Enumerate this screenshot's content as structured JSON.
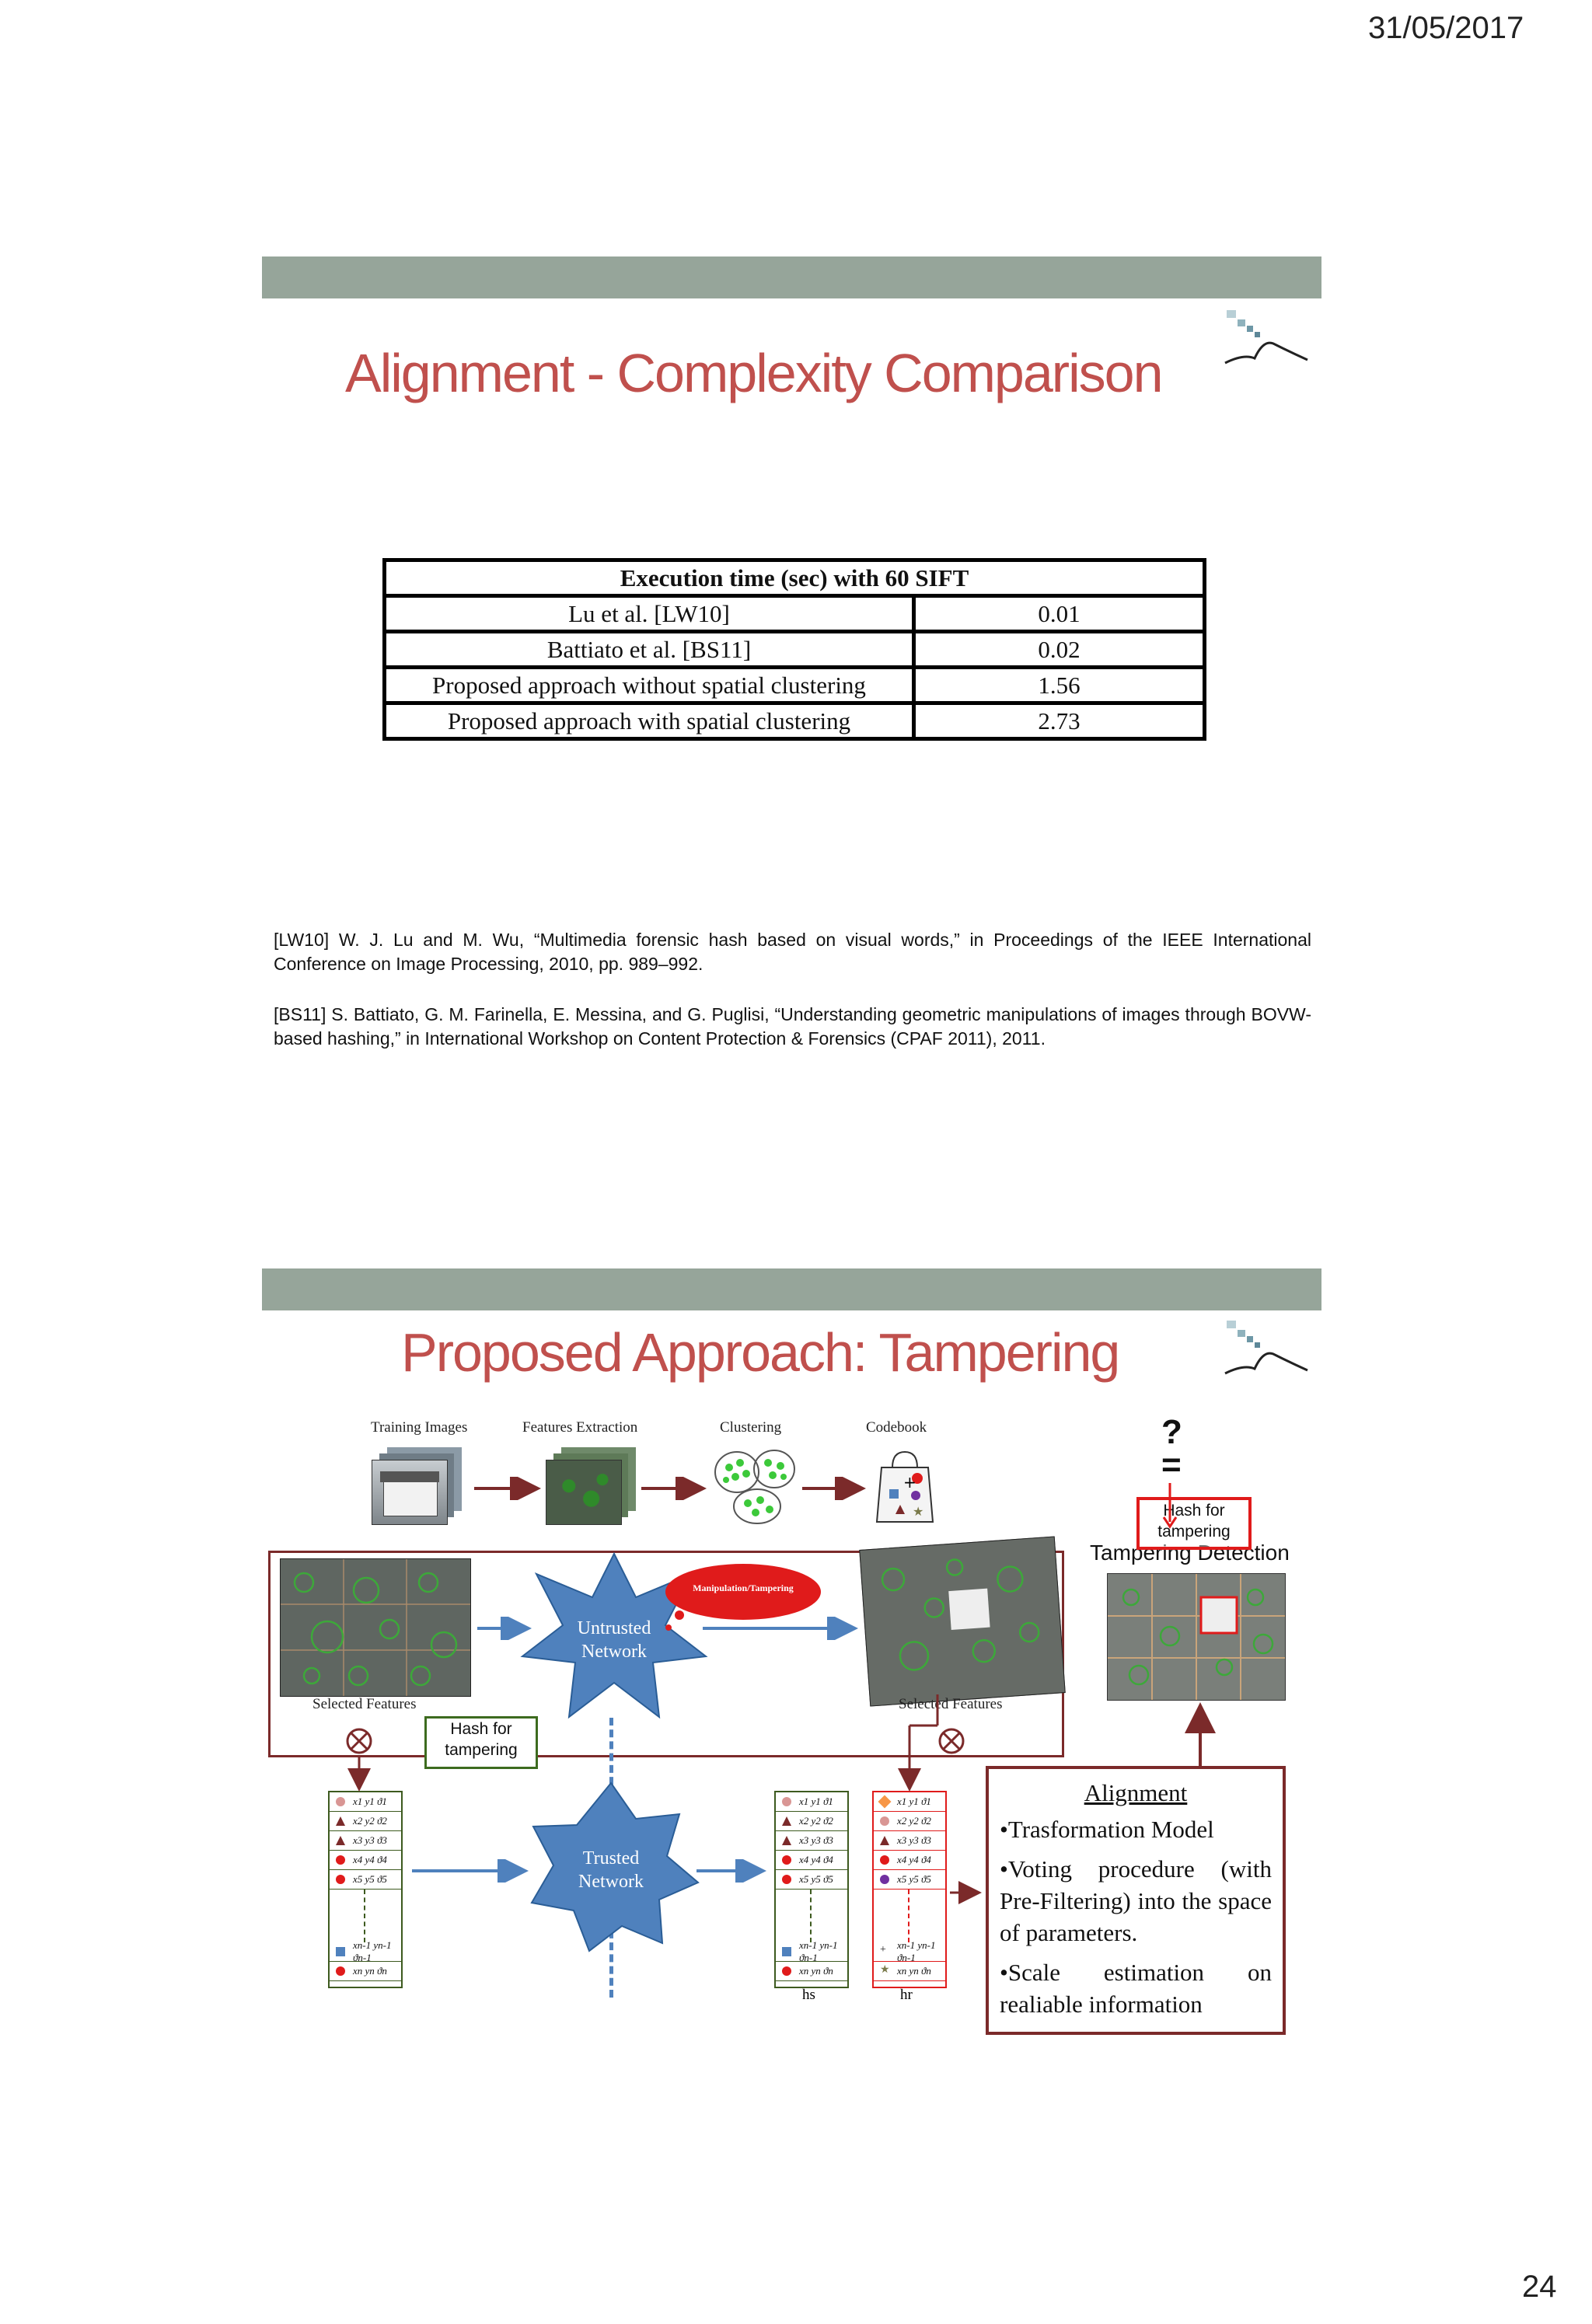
{
  "header": {
    "date": "31/05/2017"
  },
  "footer": {
    "page_number": "24"
  },
  "slide1": {
    "title": "Alignment - Complexity Comparison",
    "table": {
      "header": "Execution time (sec) with 60 SIFT",
      "rows": [
        {
          "method": "Lu et al. [LW10]",
          "time": "0.01"
        },
        {
          "method": "Battiato et al. [BS11]",
          "time": "0.02"
        },
        {
          "method": "Proposed approach without spatial clustering",
          "time": "1.56"
        },
        {
          "method": "Proposed approach with spatial clustering",
          "time": "2.73"
        }
      ]
    },
    "references": [
      "[LW10] W. J. Lu and M. Wu, “Multimedia forensic hash based on visual words,” in Proceedings of the IEEE International Conference on Image Processing, 2010, pp. 989–992.",
      "[BS11] S. Battiato, G. M. Farinella, E. Messina, and G. Puglisi, “Understanding geometric manipulations of images through BOVW-based hashing,” in International Workshop on Content Protection & Forensics (CPAF 2011), 2011."
    ]
  },
  "slide2": {
    "title": "Proposed Approach: Tampering",
    "pipeline": {
      "training_images": "Training Images",
      "features_extraction": "Features Extraction",
      "clustering": "Clustering",
      "codebook": "Codebook"
    },
    "question_mark": "?",
    "equals": "=",
    "hash_for_tampering": "Hash for tampering",
    "tampering_detection": "Tampering Detection",
    "untrusted_network": "Untrusted Network",
    "trusted_network": "Trusted Network",
    "manipulation": "Manipulation/Tampering",
    "selected_features_left": "Selected Features",
    "selected_features_right": "Selected Features",
    "hs": "hs",
    "hr": "hr",
    "alignment": {
      "title": "Alignment",
      "items": [
        "•Trasformation Model",
        "•Voting procedure (with Pre-Filtering) into the space of parameters.",
        "•Scale estimation on realiable information"
      ]
    },
    "hash_rows": [
      "x1 y1 ϑ1",
      "x2 y2 ϑ2",
      "x3 y3 ϑ3",
      "x4 y4 ϑ4",
      "x5 y5 ϑ5",
      "xn-1 yn-1 ϑn-1",
      "xn yn ϑn"
    ],
    "colors": {
      "title": "#c0504d",
      "bar": "#96a59a",
      "diagram_frame": "#7b2a2a",
      "network_blue": "#4f81bd",
      "red_accent": "#e01b1b"
    }
  }
}
